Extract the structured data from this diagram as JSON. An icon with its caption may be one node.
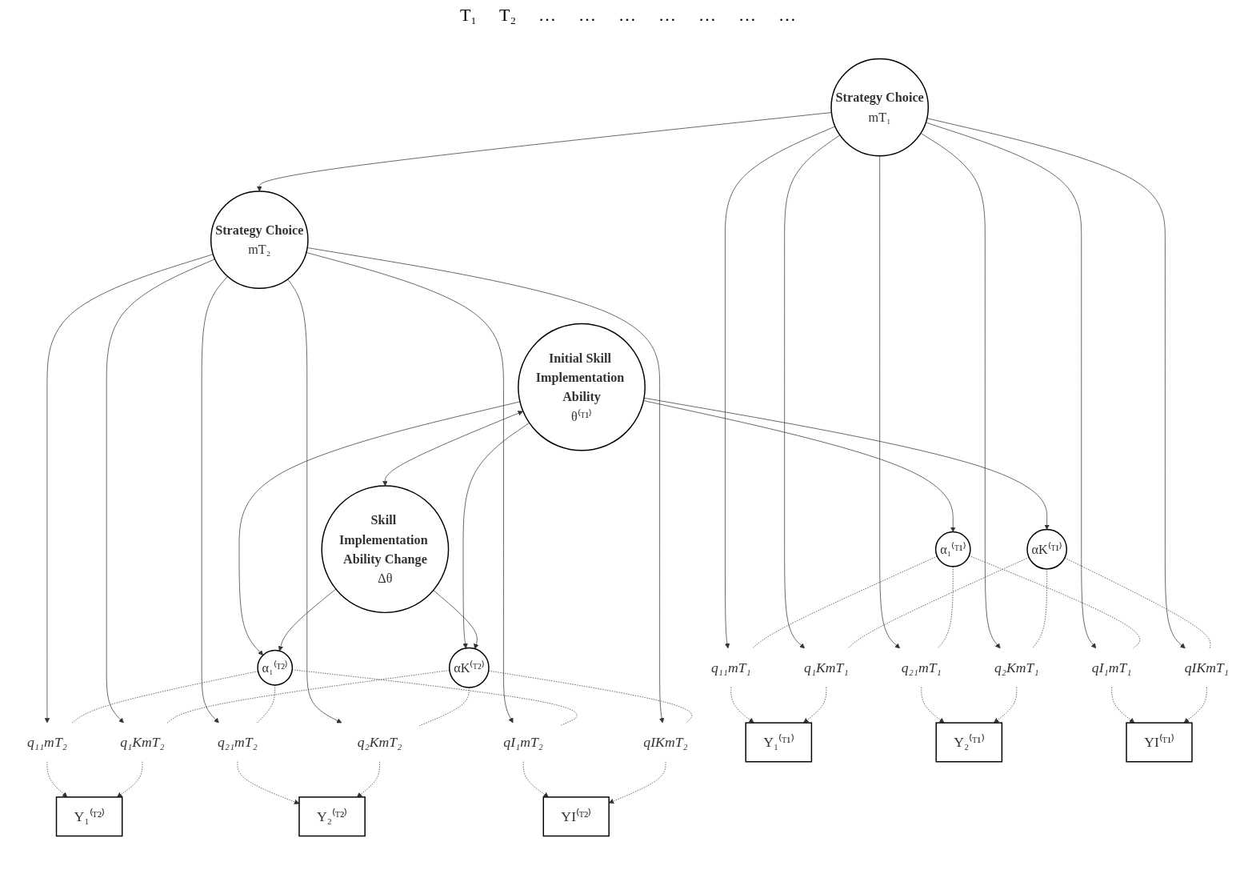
{
  "diagram": {
    "nodes": [
      {
        "text": [
          "Initial Skill Implementation Ability",
          "θ⁽ᵀ¹⁾"
        ]
      },
      {
        "text": [
          "Strategy Choice",
          "mT₁"
        ]
      },
      {
        "text": [
          "Strategy Choice",
          "mT₂"
        ]
      },
      {
        "text": [
          "Skill Implementation Ability Change",
          "Δθ"
        ]
      },
      {
        "text": [
          "α₁⁽ᵀ¹⁾"
        ]
      },
      {
        "text": [
          "αK⁽ᵀ¹⁾"
        ]
      },
      {
        "text": [
          "α₁⁽ᵀ²⁾"
        ]
      },
      {
        "text": [
          "αK⁽ᵀ²⁾"
        ]
      },
      {
        "text": [
          "q₁₁mT₁"
        ]
      },
      {
        "text": [
          "q₂₁mT₁"
        ]
      },
      {
        "text": [
          "qI₁mT₁"
        ]
      },
      {
        "text": [
          "q₁KmT₁"
        ]
      },
      {
        "text": [
          "q₂KmT₁"
        ]
      },
      {
        "text": [
          "qIKmT₁"
        ]
      },
      {
        "text": [
          "q₁₁mT₂"
        ]
      },
      {
        "text": [
          "q₂₁mT₂"
        ]
      },
      {
        "text": [
          "qI₁mT₂"
        ]
      },
      {
        "text": [
          "q₁KmT₂"
        ]
      },
      {
        "text": [
          "q₂KmT₂"
        ]
      },
      {
        "text": [
          "qIKmT₂"
        ]
      },
      {
        "text": [
          "Y₁⁽ᵀ¹⁾"
        ]
      },
      {
        "text": [
          "Y₂⁽ᵀ¹⁾"
        ]
      },
      {
        "text": [
          "YI⁽ᵀ¹⁾"
        ]
      },
      {
        "text": [
          "Y₁⁽ᵀ²⁾"
        ]
      },
      {
        "text": [
          "Y₂⁽ᵀ²⁾"
        ]
      },
      {
        "text": [
          "YI⁽ᵀ²⁾"
        ]
      }
    ],
    "edges": [
      {
        "from": 0,
        "to": 3,
        "arrow": "both"
      },
      {
        "from": 1,
        "to": 2,
        "arrow": "to"
      },
      {
        "from": 0,
        "to": 4,
        "arrow": "to"
      },
      {
        "from": 0,
        "to": 5,
        "arrow": "to"
      },
      {
        "from": 0,
        "to": 6,
        "arrow": "to"
      },
      {
        "from": 0,
        "to": 7,
        "arrow": "to"
      },
      {
        "from": 3,
        "to": 6,
        "arrow": "to"
      },
      {
        "from": 3,
        "to": 7,
        "arrow": "to"
      },
      {
        "from": 1,
        "to": 8,
        "arrow": "to"
      },
      {
        "from": 1,
        "to": 9,
        "arrow": "to"
      },
      {
        "from": 1,
        "to": 10,
        "arrow": "to"
      },
      {
        "from": 1,
        "to": 11,
        "arrow": "to"
      },
      {
        "from": 1,
        "to": 12,
        "arrow": "to"
      },
      {
        "from": 1,
        "to": 13,
        "arrow": "to"
      },
      {
        "from": 2,
        "to": 14,
        "arrow": "to"
      },
      {
        "from": 2,
        "to": 15,
        "arrow": "to"
      },
      {
        "from": 2,
        "to": 16,
        "arrow": "to"
      },
      {
        "from": 2,
        "to": 17,
        "arrow": "to"
      },
      {
        "from": 2,
        "to": 18,
        "arrow": "to"
      },
      {
        "from": 2,
        "to": 19,
        "arrow": "to"
      },
      {
        "from": 4,
        "to": 8,
        "arrow": "none",
        "style": "dashed"
      },
      {
        "from": 4,
        "to": 9,
        "arrow": "none",
        "style": "dashed"
      },
      {
        "from": 4,
        "to": 10,
        "arrow": "none",
        "style": "dashed"
      },
      {
        "from": 5,
        "to": 11,
        "arrow": "none",
        "style": "dashed"
      },
      {
        "from": 5,
        "to": 12,
        "arrow": "none",
        "style": "dashed"
      },
      {
        "from": 5,
        "to": 13,
        "arrow": "none",
        "style": "dashed"
      },
      {
        "from": 6,
        "to": 14,
        "arrow": "none",
        "style": "dashed"
      },
      {
        "from": 6,
        "to": 15,
        "arrow": "none",
        "style": "dashed"
      },
      {
        "from": 6,
        "to": 16,
        "arrow": "none",
        "style": "dashed"
      },
      {
        "from": 7,
        "to": 17,
        "arrow": "none",
        "style": "dashed"
      },
      {
        "from": 7,
        "to": 18,
        "arrow": "none",
        "style": "dashed"
      },
      {
        "from": 7,
        "to": 19,
        "arrow": "none",
        "style": "dashed"
      },
      {
        "from": 8,
        "to": 20,
        "arrow": "to",
        "style": "dashed"
      },
      {
        "from": 9,
        "to": 21,
        "arrow": "to",
        "style": "dashed"
      },
      {
        "from": 10,
        "to": 22,
        "arrow": "to",
        "style": "dashed"
      },
      {
        "from": 11,
        "to": 20,
        "arrow": "to",
        "style": "dashed"
      },
      {
        "from": 12,
        "to": 21,
        "arrow": "to",
        "style": "dashed"
      },
      {
        "from": 13,
        "to": 22,
        "arrow": "to",
        "style": "dashed"
      },
      {
        "from": 14,
        "to": 23,
        "arrow": "to",
        "style": "dashed"
      },
      {
        "from": 15,
        "to": 24,
        "arrow": "to",
        "style": "dashed"
      },
      {
        "from": 16,
        "to": 25,
        "arrow": "to",
        "style": "dashed"
      },
      {
        "from": 17,
        "to": 23,
        "arrow": "to",
        "style": "dashed"
      },
      {
        "from": 18,
        "to": 24,
        "arrow": "to",
        "style": "dashed"
      },
      {
        "from": 19,
        "to": 25,
        "arrow": "to",
        "style": "dashed"
      }
    ],
    "labels": [
      "T₁",
      "T₂",
      "…",
      "…",
      "…",
      "…",
      "…",
      "…",
      "…"
    ]
  }
}
